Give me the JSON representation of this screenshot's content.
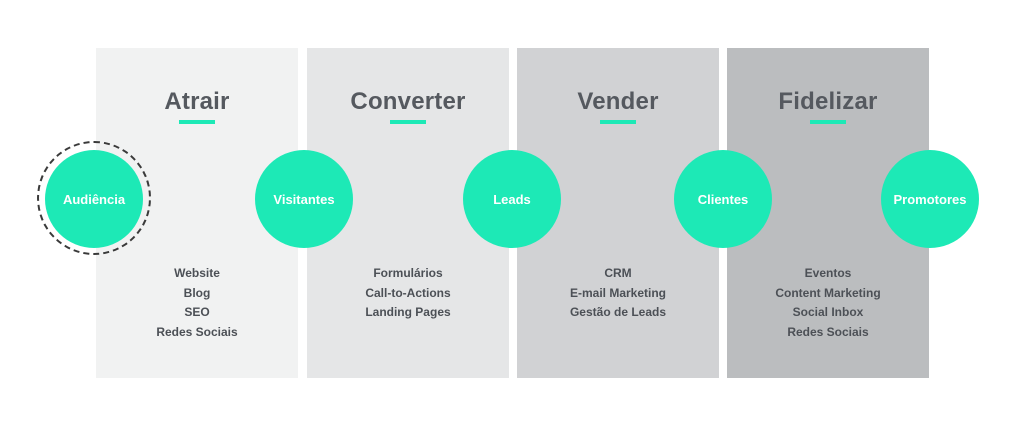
{
  "stages": [
    {
      "title": "Atrair",
      "bg": "#f1f2f2",
      "tools": [
        "Website",
        "Blog",
        "SEO",
        "Redes Sociais"
      ]
    },
    {
      "title": "Converter",
      "bg": "#e5e6e7",
      "tools": [
        "Formulários",
        "Call-to-Actions",
        "Landing Pages"
      ]
    },
    {
      "title": "Vender",
      "bg": "#d1d2d4",
      "tools": [
        "CRM",
        "E-mail Marketing",
        "Gestão de Leads"
      ]
    },
    {
      "title": "Fidelizar",
      "bg": "#bbbdbf",
      "tools": [
        "Eventos",
        "Content Marketing",
        "Social Inbox",
        "Redes Sociais"
      ]
    }
  ],
  "nodes": [
    "Audiência",
    "Visitantes",
    "Leads",
    "Clientes",
    "Promotores"
  ],
  "colors": {
    "accent": "#1de9b6",
    "title": "#55595f",
    "text": "#4c5056"
  }
}
